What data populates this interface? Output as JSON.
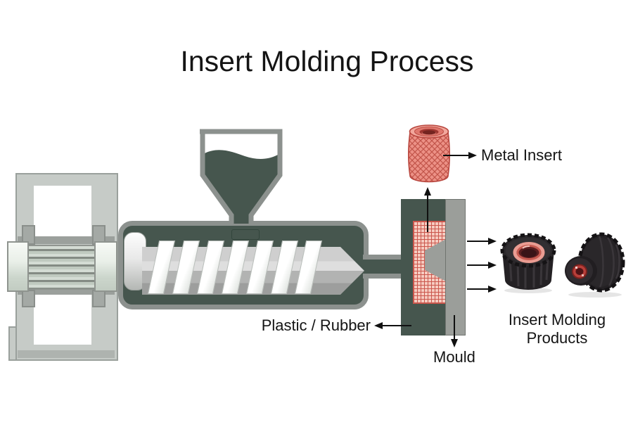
{
  "title": "Insert Molding Process",
  "labels": {
    "metal_insert": "Metal Insert",
    "plastic_rubber": "Plastic / Rubber",
    "mould": "Mould",
    "products_line1": "Insert Molding",
    "products_line2": "Products"
  },
  "colors": {
    "background": "#ffffff",
    "machine_green": "#46564e",
    "frame_gray": "#c6cbc7",
    "outline_gray": "#8c918e",
    "mesh_pink": "#f6cbc0",
    "mesh_line_red": "#cb574d",
    "insert_red": "#ec9186",
    "knob_black": "#262326",
    "text_black": "#141414"
  }
}
